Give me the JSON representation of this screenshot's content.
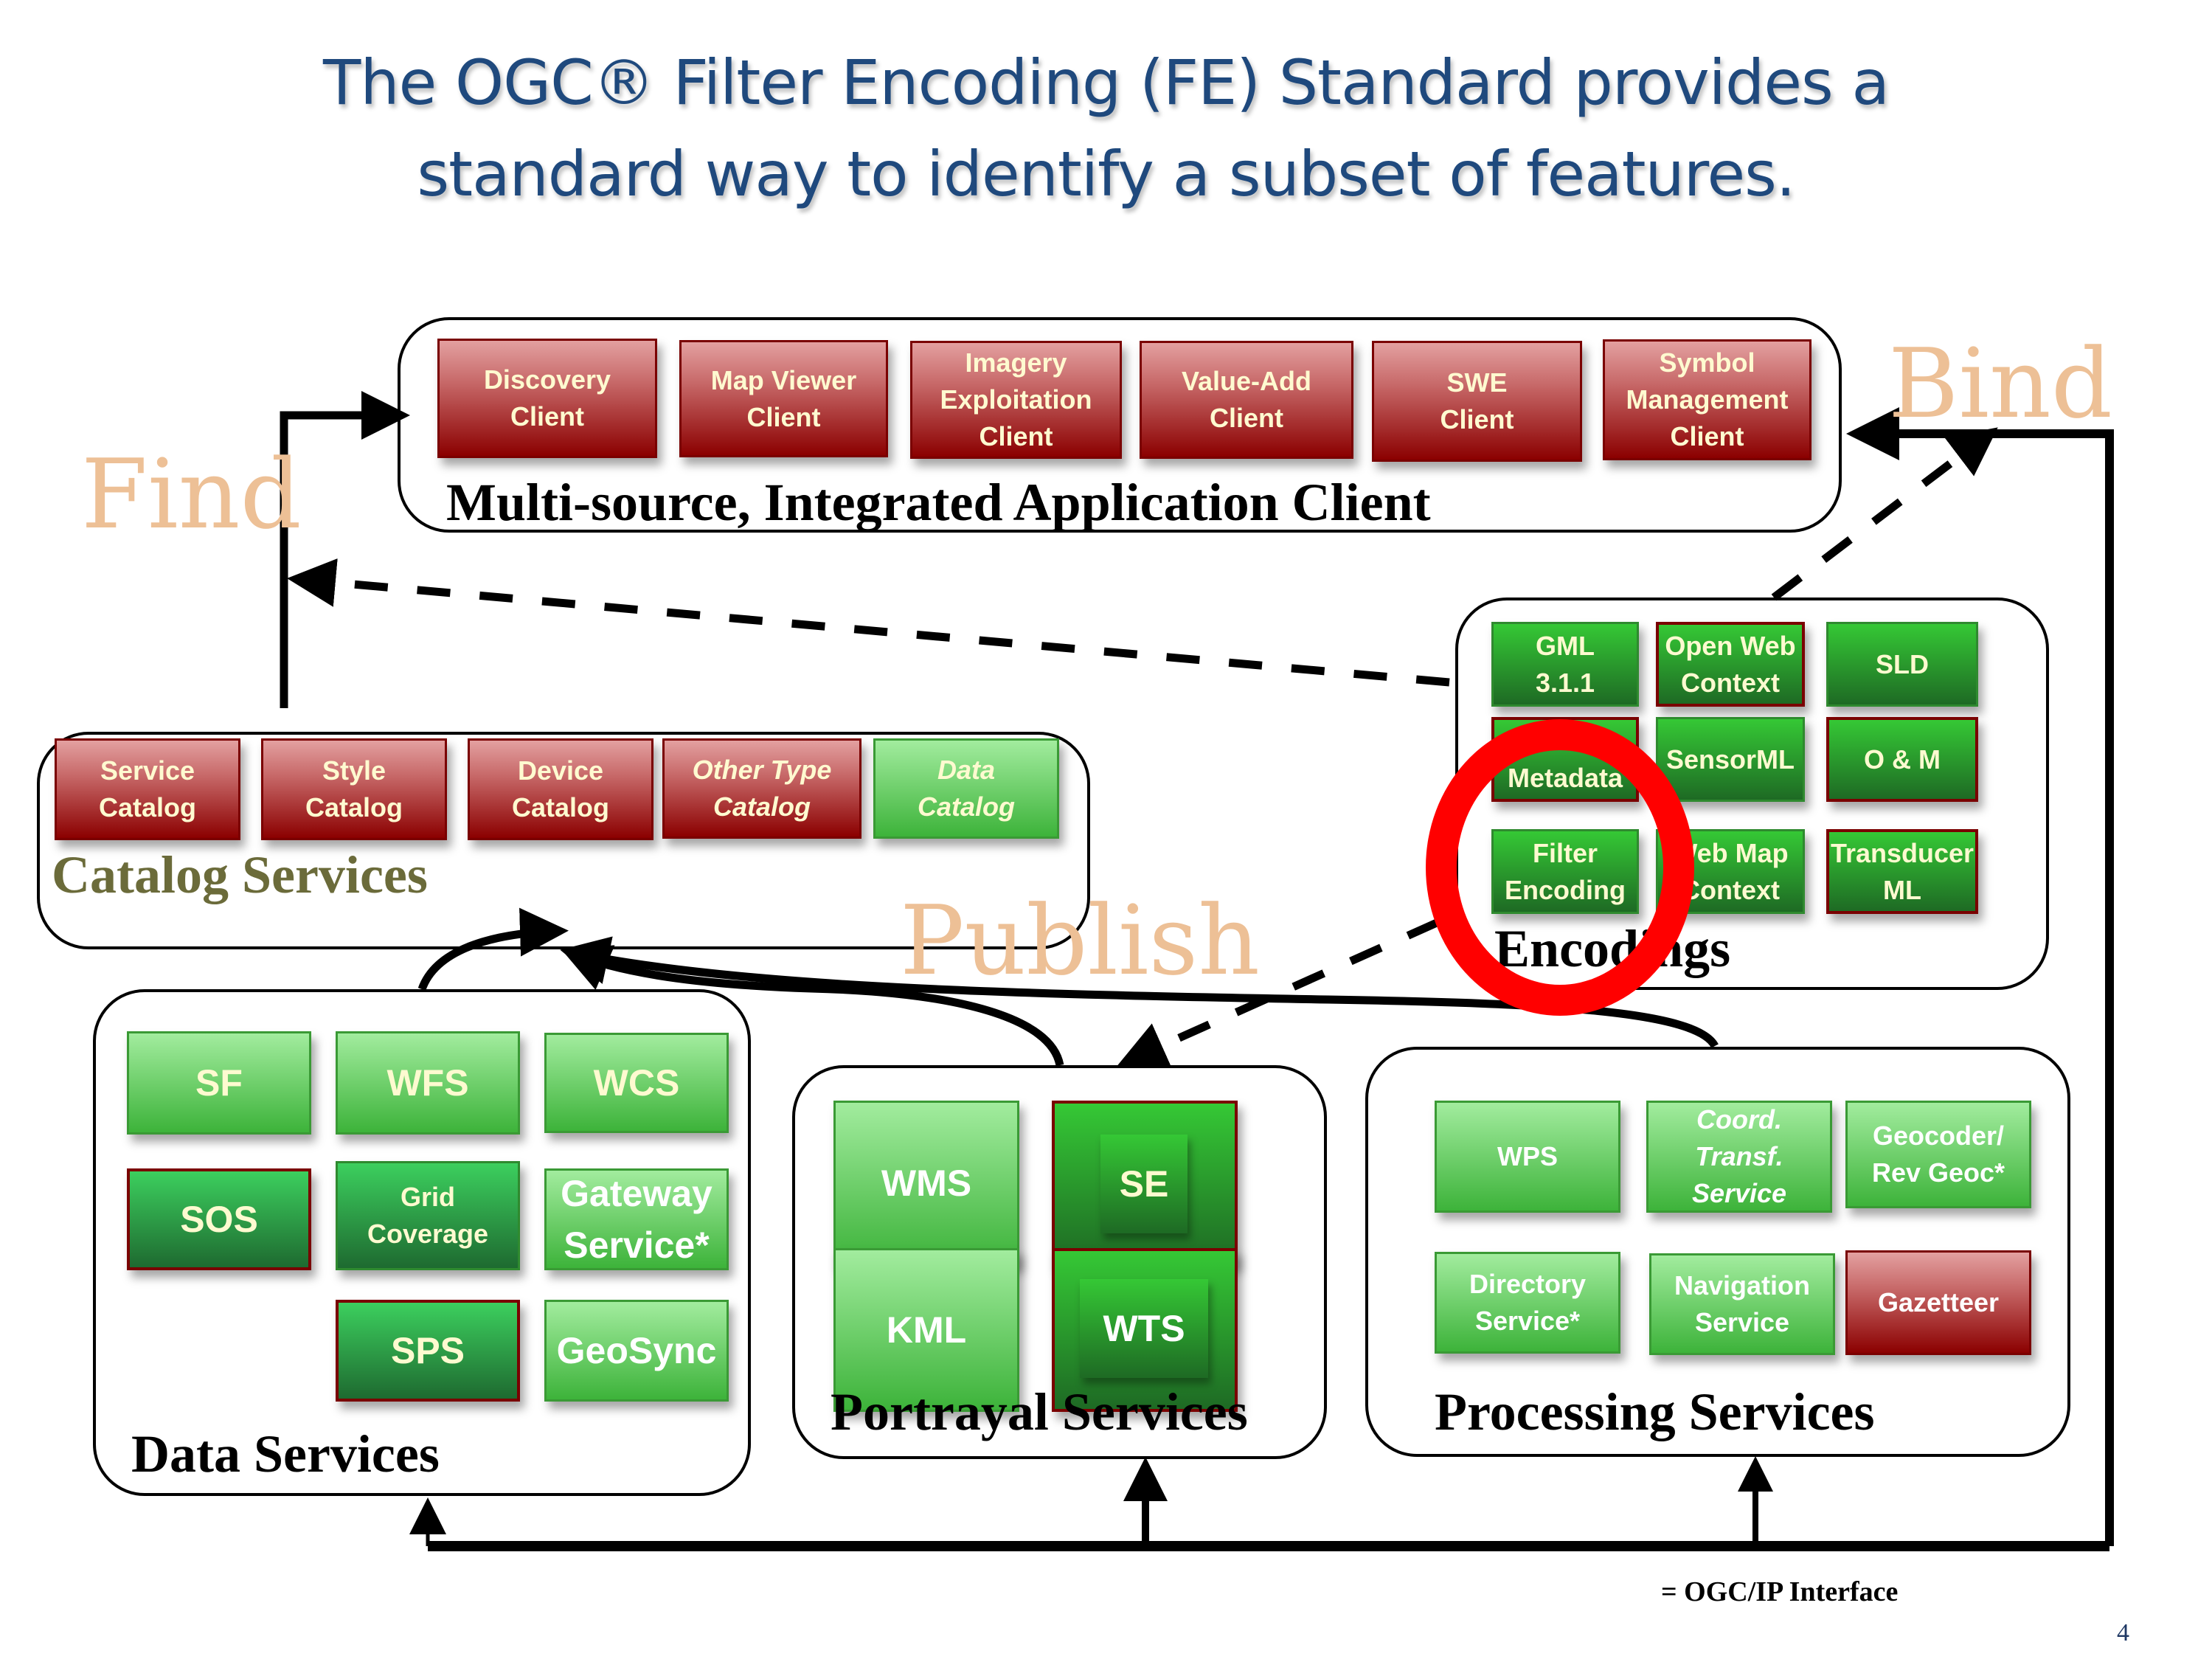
{
  "title": {
    "line1": "The OGC® Filter Encoding (FE) Standard provides a",
    "line2": "standard way to identify a subset of features."
  },
  "verbs": {
    "find": "Find",
    "bind": "Bind",
    "publish": "Publish"
  },
  "app_client": {
    "label": "Multi-source, Integrated Application Client",
    "items": [
      {
        "label": "Discovery\nClient",
        "color": "red"
      },
      {
        "label": "Map Viewer\nClient",
        "color": "red"
      },
      {
        "label": "Imagery\nExploitation\nClient",
        "color": "red"
      },
      {
        "label": "Value-Add\nClient",
        "color": "red"
      },
      {
        "label": "SWE\nClient",
        "color": "red"
      },
      {
        "label": "Symbol\nManagement\nClient",
        "color": "red"
      }
    ]
  },
  "catalog": {
    "label": "Catalog Services",
    "label_color": "#6b6b3a",
    "items": [
      {
        "label": "Service\nCatalog",
        "color": "red"
      },
      {
        "label": "Style\nCatalog",
        "color": "red"
      },
      {
        "label": "Device\nCatalog",
        "color": "red"
      },
      {
        "label": "Other Type\nCatalog",
        "color": "red",
        "italic": true
      },
      {
        "label": "Data\nCatalog",
        "color": "green",
        "italic": true
      }
    ]
  },
  "encodings": {
    "label": "Encodings",
    "items": [
      {
        "label": "GML\n3.1.1"
      },
      {
        "label": "Open Web\nContext"
      },
      {
        "label": "SLD"
      },
      {
        "label": "Service\nMetadata"
      },
      {
        "label": "SensorML"
      },
      {
        "label": "O & M"
      },
      {
        "label": "Filter\nEncoding",
        "highlighted": true
      },
      {
        "label": "Web Map\nContext"
      },
      {
        "label": "Transducer\nML"
      }
    ]
  },
  "data_services": {
    "label": "Data Services",
    "items": [
      {
        "label": "SF"
      },
      {
        "label": "WFS"
      },
      {
        "label": "WCS"
      },
      {
        "label": "SOS"
      },
      {
        "label": "Grid\nCoverage"
      },
      {
        "label": "Gateway\nService*"
      },
      {
        "label": "SPS"
      },
      {
        "label": "GeoSync"
      }
    ]
  },
  "portrayal_services": {
    "label": "Portrayal Services",
    "items": [
      {
        "label": "WMS"
      },
      {
        "label": "SE"
      },
      {
        "label": "KML"
      },
      {
        "label": "WTS"
      }
    ]
  },
  "processing_services": {
    "label": "Processing Services",
    "items": [
      {
        "label": "WPS"
      },
      {
        "label": "Coord.\nTransf.\nService",
        "italic": true
      },
      {
        "label": "Geocoder/\nRev Geoc*"
      },
      {
        "label": "Directory\nService*"
      },
      {
        "label": "Navigation\nService"
      },
      {
        "label": "Gazetteer",
        "color": "red"
      }
    ]
  },
  "legend": {
    "text": "= OGC/IP Interface"
  },
  "page_number": "4",
  "colors": {
    "title": "#1f497d",
    "verb": "#edc096",
    "highlight_ring": "#ff0000",
    "box_text": "#fefad0",
    "red_box": "#8b0000",
    "green_box": "#3db33a"
  }
}
